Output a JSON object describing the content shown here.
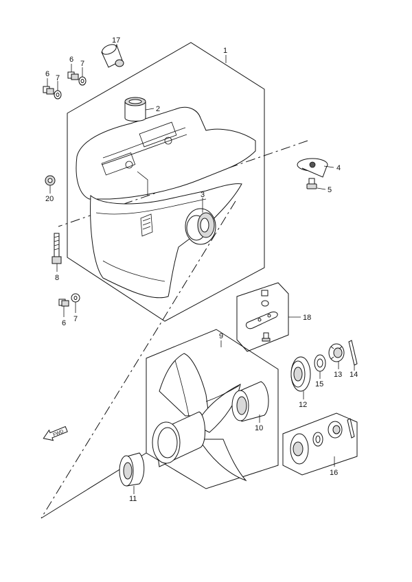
{
  "callouts": {
    "c1": "1",
    "c2": "2",
    "c3": "3",
    "c4": "4",
    "c5": "5",
    "c6a": "6",
    "c6b": "6",
    "c6c": "6",
    "c7a": "7",
    "c7b": "7",
    "c7c": "7",
    "c8": "8",
    "c9": "9",
    "c10": "10",
    "c11": "11",
    "c12": "12",
    "c13": "13",
    "c14": "14",
    "c15": "15",
    "c16": "16",
    "c17": "17",
    "c18": "18",
    "c20": "20"
  },
  "fwd_mark": "FWD"
}
